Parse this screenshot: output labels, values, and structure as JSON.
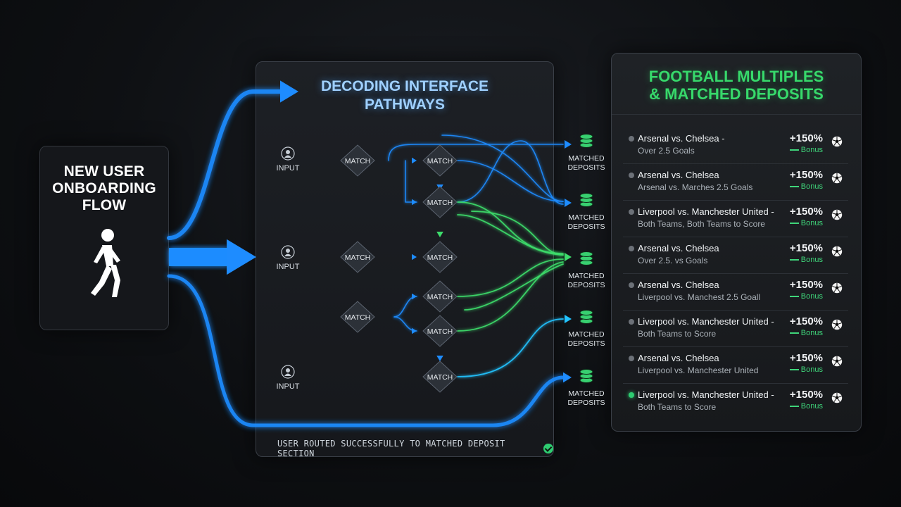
{
  "onboarding": {
    "title": "NEW USER\nONBOARDING\nFLOW",
    "icon": "walking-person-icon"
  },
  "decoder": {
    "title": "DECODING INTERFACE\nPATHWAYS",
    "input_label": "INPUT",
    "match_label": "MATCH",
    "deposit_label": "MATCHED\nDEPOSITS",
    "status": "USER ROUTED SUCCESSFULLY TO MATCHED DEPOSIT SECTION"
  },
  "multiples": {
    "title": "FOOTBALL MULTIPLES\n& MATCHED DEPOSITS",
    "rows": [
      {
        "title": "Arsenal vs. Chelsea -",
        "sub": "Over 2.5 Goals",
        "pct": "+150%",
        "bonus": "Bonus",
        "active": false
      },
      {
        "title": "Arsenal vs. Chelsea",
        "sub": "Arsenal vs. Marches 2.5 Goals",
        "pct": "+150%",
        "bonus": "Bonus",
        "active": false
      },
      {
        "title": "Liverpool vs. Manchester United -",
        "sub": "Both Teams, Both Teams to Score",
        "pct": "+150%",
        "bonus": "Bonus",
        "active": false
      },
      {
        "title": "Arsenal vs. Chelsea",
        "sub": "Over 2.5. vs Goals",
        "pct": "+150%",
        "bonus": "Bonus",
        "active": false
      },
      {
        "title": "Arsenal vs. Chelsea",
        "sub": "Liverpool vs. Manchest 2.5 Goall",
        "pct": "+150%",
        "bonus": "Bonus",
        "active": false
      },
      {
        "title": "Liverpool vs. Manchester United -",
        "sub": "Both Teams to Score",
        "pct": "+150%",
        "bonus": "Bonus",
        "active": false
      },
      {
        "title": "Arsenal vs. Chelsea",
        "sub": "Liverpool vs. Manchester United",
        "pct": "+150%",
        "bonus": "Bonus",
        "active": false
      },
      {
        "title": "Liverpool vs. Manchester United -",
        "sub": "Both Teams to Score",
        "pct": "+150%",
        "bonus": "Bonus",
        "active": true
      }
    ]
  },
  "colors": {
    "blue": "#1e8cff",
    "green": "#3ddc6b",
    "cyan": "#22c3ff",
    "title_green": "#37d96b"
  }
}
